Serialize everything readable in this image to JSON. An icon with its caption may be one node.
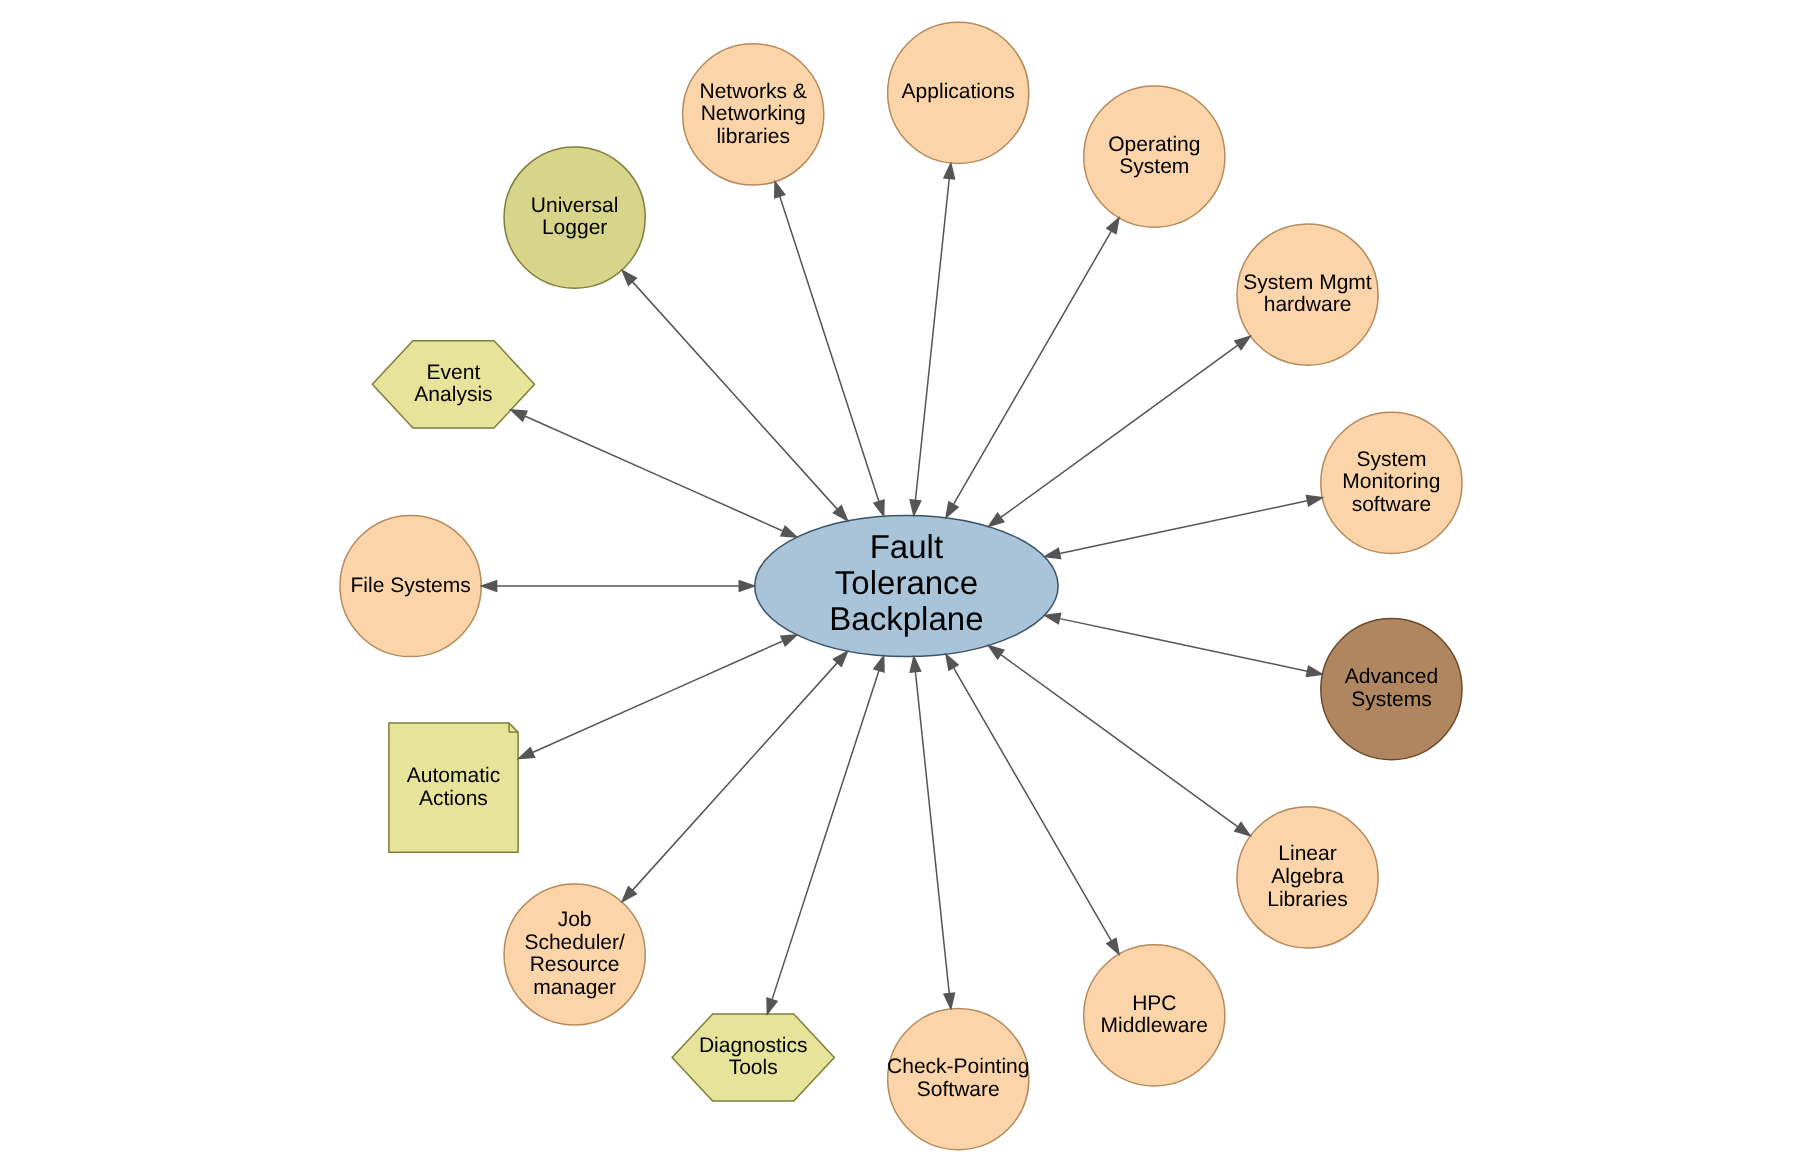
{
  "diagram": {
    "nodes": [
      {
        "text": [
          "Fault Tolerance Backplane"
        ]
      },
      {
        "text": [
          "System Monitoring software"
        ]
      },
      {
        "text": [
          "System Mgmt hardware"
        ]
      },
      {
        "text": [
          "Operating System"
        ]
      },
      {
        "text": [
          "Applications"
        ]
      },
      {
        "text": [
          "Networks & Networking libraries"
        ]
      },
      {
        "text": [
          "Universal Logger"
        ]
      },
      {
        "text": [
          "Event Analysis"
        ]
      },
      {
        "text": [
          "File Systems"
        ]
      },
      {
        "text": [
          "Automatic Actions"
        ]
      },
      {
        "text": [
          "Job Scheduler/ Resource manager"
        ]
      },
      {
        "text": [
          "Diagnostics Tools"
        ]
      },
      {
        "text": [
          "Check-Pointing Software"
        ]
      },
      {
        "text": [
          "HPC Middleware"
        ]
      },
      {
        "text": [
          "Linear Algebra Libraries"
        ]
      },
      {
        "text": [
          "Advanced Systems"
        ]
      }
    ],
    "edges": [
      {
        "from": 0,
        "to": 3,
        "arrow": "both"
      },
      {
        "from": 0,
        "to": 4,
        "arrow": "both"
      },
      {
        "from": 0,
        "to": 6,
        "arrow": "both"
      },
      {
        "from": 0,
        "to": 7,
        "arrow": "both"
      },
      {
        "from": 0,
        "to": 9,
        "arrow": "both"
      },
      {
        "from": 0,
        "to": 11,
        "arrow": "both"
      },
      {
        "from": 0,
        "to": 15,
        "arrow": "both"
      },
      {
        "from": 0,
        "to": 14,
        "arrow": "both"
      },
      {
        "from": 0,
        "to": 13,
        "arrow": "both"
      },
      {
        "from": 0,
        "to": 12,
        "arrow": "both"
      },
      {
        "from": 0,
        "to": 10,
        "arrow": "both"
      },
      {
        "from": 0,
        "to": 8,
        "arrow": "both"
      },
      {
        "from": 0,
        "to": 5,
        "arrow": "both"
      },
      {
        "from": 0,
        "to": 1,
        "arrow": "both"
      },
      {
        "from": 0,
        "to": 2,
        "arrow": "both"
      }
    ]
  }
}
